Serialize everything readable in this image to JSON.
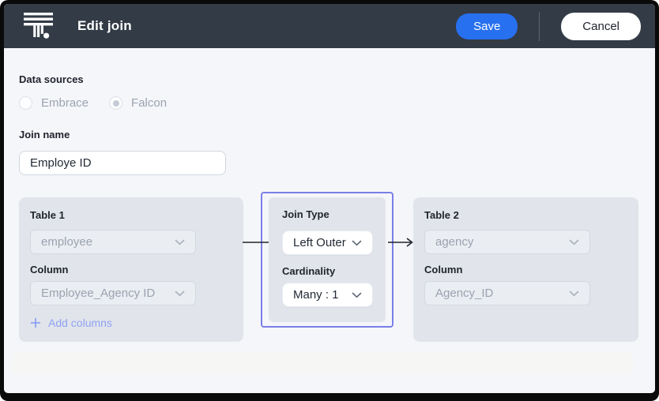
{
  "header": {
    "title": "Edit join",
    "save_label": "Save",
    "cancel_label": "Cancel"
  },
  "form": {
    "data_sources_label": "Data sources",
    "radios": [
      {
        "label": "Embrace",
        "selected": false,
        "disabled": true
      },
      {
        "label": "Falcon",
        "selected": true,
        "disabled": true
      }
    ],
    "join_name_label": "Join name",
    "join_name_value": "Employe ID"
  },
  "table1": {
    "title": "Table 1",
    "table_value": "employee",
    "column_label": "Column",
    "column_value": "Employee_Agency ID",
    "add_columns_label": "Add columns"
  },
  "join_config": {
    "join_type_label": "Join Type",
    "join_type_value": "Left Outer",
    "cardinality_label": "Cardinality",
    "cardinality_value": "Many : 1"
  },
  "table2": {
    "title": "Table 2",
    "table_value": "agency",
    "column_label": "Column",
    "column_value": "Agency_ID"
  },
  "icons": {
    "logo": "thoughtspot-logo",
    "dropdown": "chevron-down-icon",
    "add": "plus-icon"
  },
  "colors": {
    "header_bg": "#333B46",
    "save_blue": "#2770EF",
    "body_bg": "#F5F6F9",
    "panel_bg": "#E1E5EB",
    "highlight_purple": "#7B7FE8",
    "link_blue": "#8FA2F2",
    "disabled_text": "#9BA3B1",
    "text_dark": "#20242E"
  }
}
